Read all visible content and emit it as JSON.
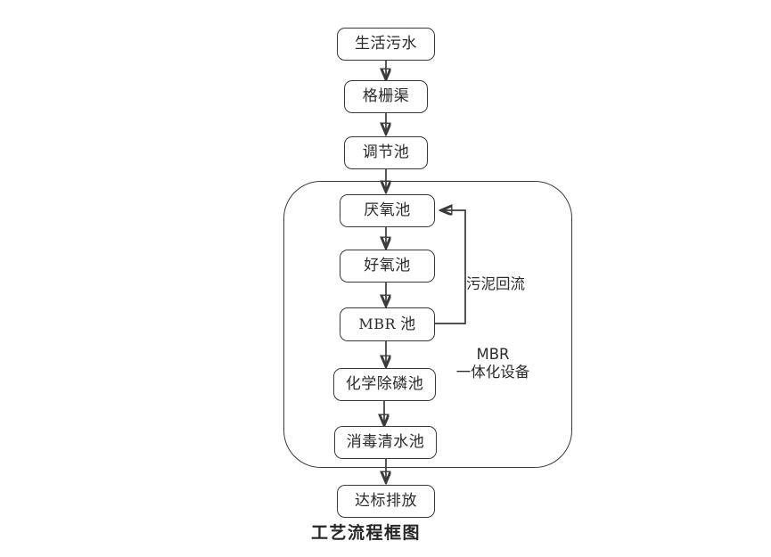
{
  "diagram": {
    "caption": "工艺流程框图",
    "nodes": [
      {
        "id": "influent",
        "label": "生活污水"
      },
      {
        "id": "grille",
        "label": "格栅渠"
      },
      {
        "id": "regulating",
        "label": "调节池"
      },
      {
        "id": "anaerobic",
        "label": "厌氧池"
      },
      {
        "id": "aerobic",
        "label": "好氧池"
      },
      {
        "id": "mbr_main",
        "label": "MBR",
        "label_cjk": "池",
        "label_full": "MBR 池"
      },
      {
        "id": "dephos",
        "label": "化学除磷池"
      },
      {
        "id": "disinfect",
        "label": "消毒清水池"
      },
      {
        "id": "effluent",
        "label": "达标排放"
      }
    ],
    "annotations": {
      "sludge_return": "污泥回流",
      "unit_line1": "MBR",
      "unit_line2": "一体化设备"
    },
    "colors": {
      "stroke": "#3a3a3a",
      "text": "#2b2b2b",
      "caption": "#262626",
      "background": "#ffffff"
    }
  }
}
